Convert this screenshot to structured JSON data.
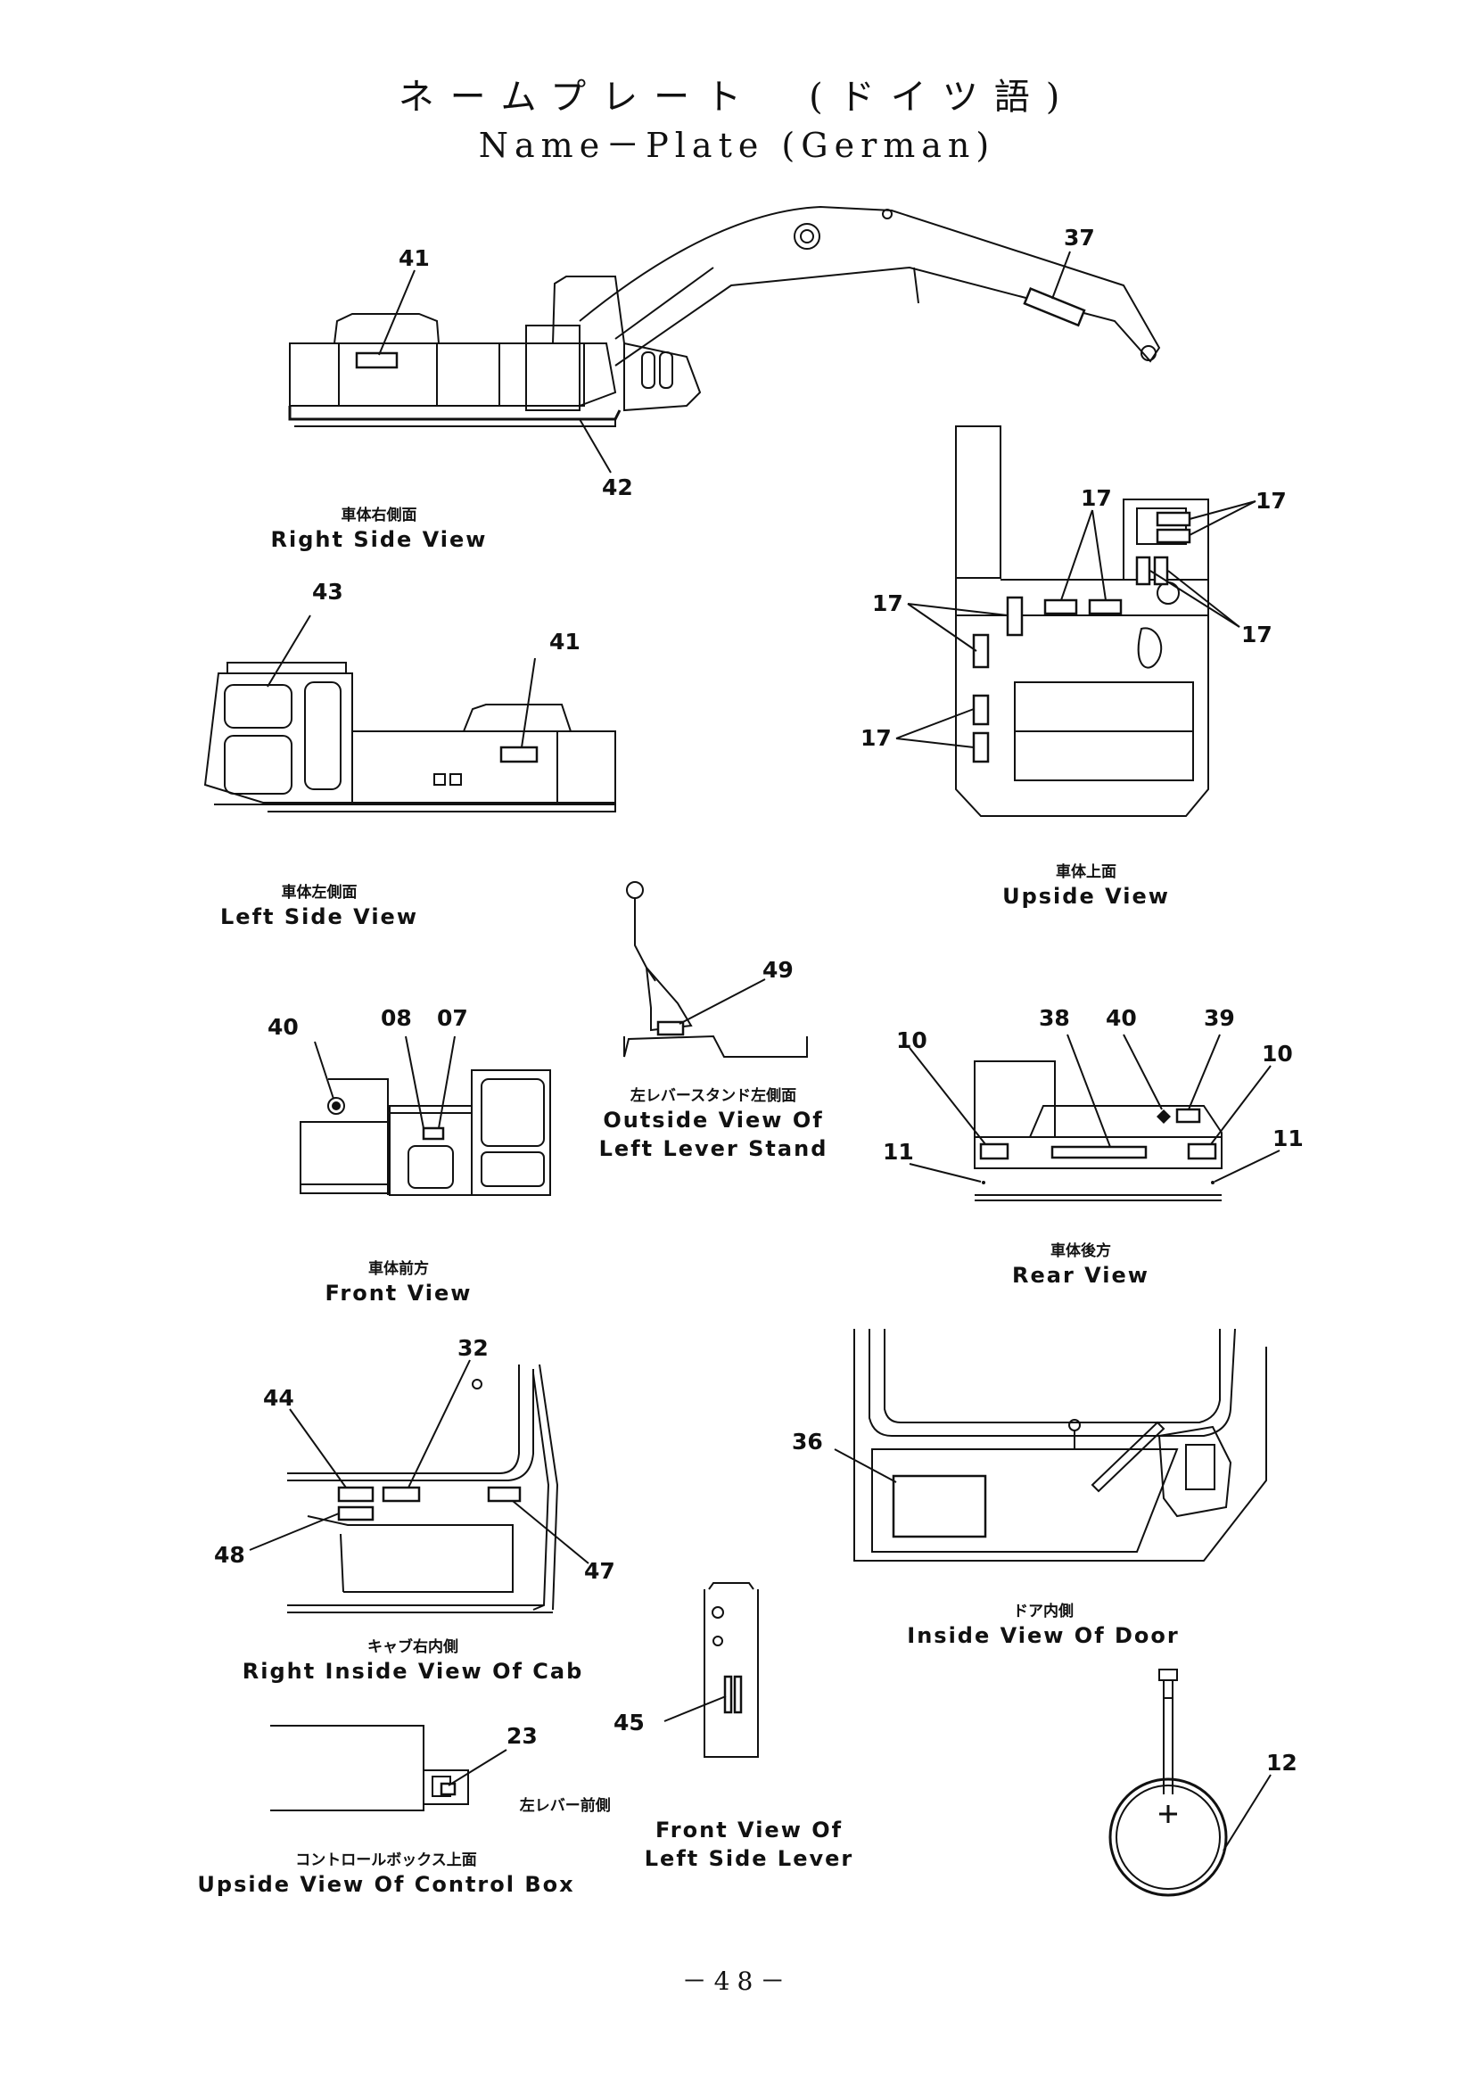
{
  "title": {
    "japanese": "ネームプレート　(ドイツ語)",
    "english": "Name－Plate (German)"
  },
  "views": [
    {
      "id": "right-side",
      "caption_jp": "車体右側面",
      "caption_en": "Right Side View",
      "callouts": [
        "41",
        "37",
        "42"
      ]
    },
    {
      "id": "upside",
      "caption_jp": "車体上面",
      "caption_en": "Upside View",
      "callouts": [
        "17",
        "17",
        "17",
        "17",
        "17"
      ]
    },
    {
      "id": "left-side",
      "caption_jp": "車体左側面",
      "caption_en": "Left Side View",
      "callouts": [
        "43",
        "41"
      ]
    },
    {
      "id": "left-lever-stand",
      "caption_jp": "左レバースタンド左側面",
      "caption_en_line1": "Outside View Of",
      "caption_en_line2": "Left Lever Stand",
      "callouts": [
        "49"
      ]
    },
    {
      "id": "front",
      "caption_jp": "車体前方",
      "caption_en": "Front View",
      "callouts": [
        "40",
        "08",
        "07"
      ]
    },
    {
      "id": "rear",
      "caption_jp": "車体後方",
      "caption_en": "Rear View",
      "callouts": [
        "38",
        "40",
        "39",
        "10",
        "10",
        "11",
        "11"
      ]
    },
    {
      "id": "cab-right-inside",
      "caption_jp": "キャブ右内側",
      "caption_en": "Right Inside View Of Cab",
      "callouts": [
        "32",
        "44",
        "48",
        "47"
      ]
    },
    {
      "id": "door-inside",
      "caption_jp": "ドア内側",
      "caption_en": "Inside View Of Door",
      "callouts": [
        "36"
      ]
    },
    {
      "id": "left-side-lever",
      "caption_jp": "左レバー前側",
      "caption_en_line1": "Front View Of",
      "caption_en_line2": "Left Side Lever",
      "callouts": [
        "45"
      ]
    },
    {
      "id": "control-box",
      "caption_jp": "コントロールボックス上面",
      "caption_en": "Upside View Of Control Box",
      "callouts": [
        "23"
      ]
    },
    {
      "id": "ring",
      "callouts": [
        "12"
      ]
    }
  ],
  "page_number": "－48－"
}
